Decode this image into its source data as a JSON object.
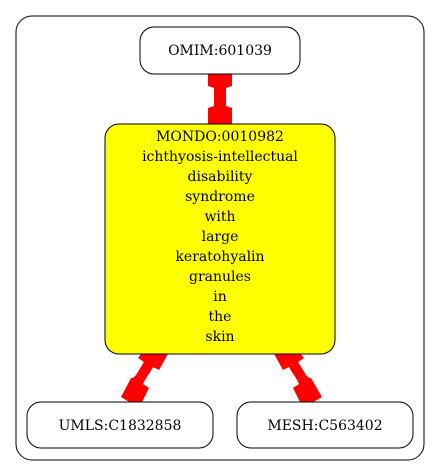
{
  "diagram": {
    "nodes": {
      "omim": {
        "label": "OMIM:601039"
      },
      "mondo": {
        "lines": [
          "MONDO:0010982",
          "ichthyosis-intellectual",
          "disability",
          "syndrome",
          "with",
          "large",
          "keratohyalin",
          "granules",
          "in",
          "the",
          "skin"
        ],
        "fill": "#ffff00"
      },
      "umls": {
        "label": "UMLS:C1832858"
      },
      "mesh": {
        "label": "MESH:C563402"
      }
    },
    "edges": [
      {
        "from": "omim",
        "to": "mondo"
      },
      {
        "from": "mondo",
        "to": "umls"
      },
      {
        "from": "mondo",
        "to": "mesh"
      }
    ],
    "colors": {
      "edge": "#ff0000",
      "node_border": "#000000",
      "node_fill": "#ffffff",
      "cluster_border": "#000000"
    }
  }
}
